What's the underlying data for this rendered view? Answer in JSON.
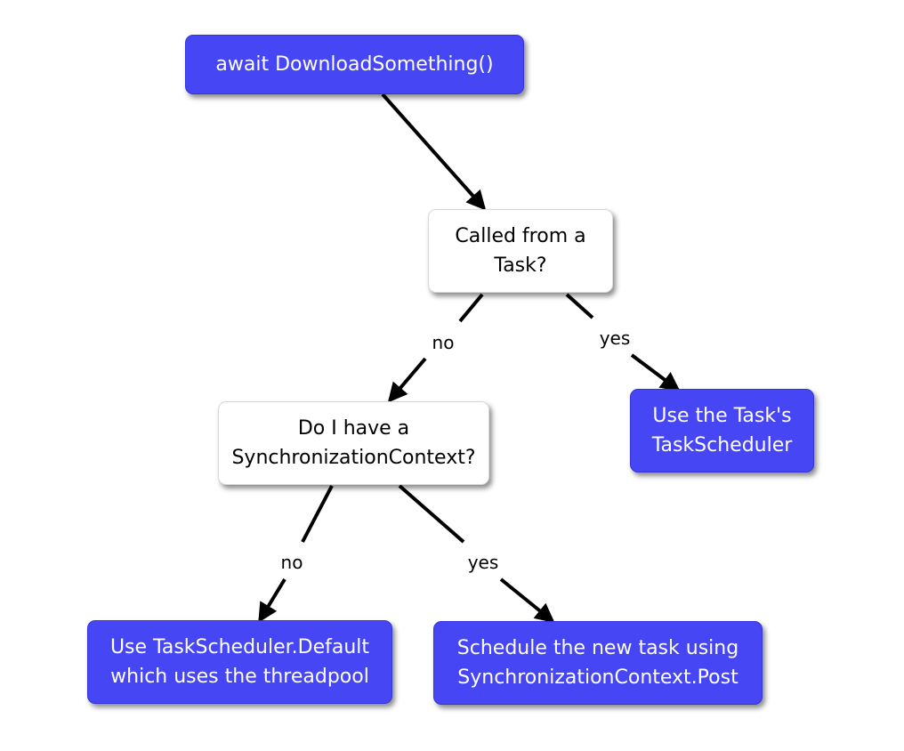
{
  "nodes": {
    "start": {
      "lines": [
        "await DownloadSomething()"
      ]
    },
    "called_from_task": {
      "lines": [
        "Called from a",
        "Task?"
      ]
    },
    "use_task_scheduler": {
      "lines": [
        "Use the Task's",
        "TaskScheduler"
      ]
    },
    "have_sync_context": {
      "lines": [
        "Do I have a",
        "SynchronizationContext?"
      ]
    },
    "use_default": {
      "lines": [
        "Use TaskScheduler.Default",
        "which uses the threadpool"
      ]
    },
    "schedule_post": {
      "lines": [
        "Schedule the new task using",
        "SynchronizationContext.Post"
      ]
    }
  },
  "edges": {
    "task_no": {
      "label": "no"
    },
    "task_yes": {
      "label": "yes"
    },
    "sync_no": {
      "label": "no"
    },
    "sync_yes": {
      "label": "yes"
    }
  },
  "colors": {
    "action_fill": "#4646f5",
    "action_text": "#ffffff",
    "decision_fill": "#ffffff",
    "decision_text": "#000000",
    "edge": "#000000"
  }
}
